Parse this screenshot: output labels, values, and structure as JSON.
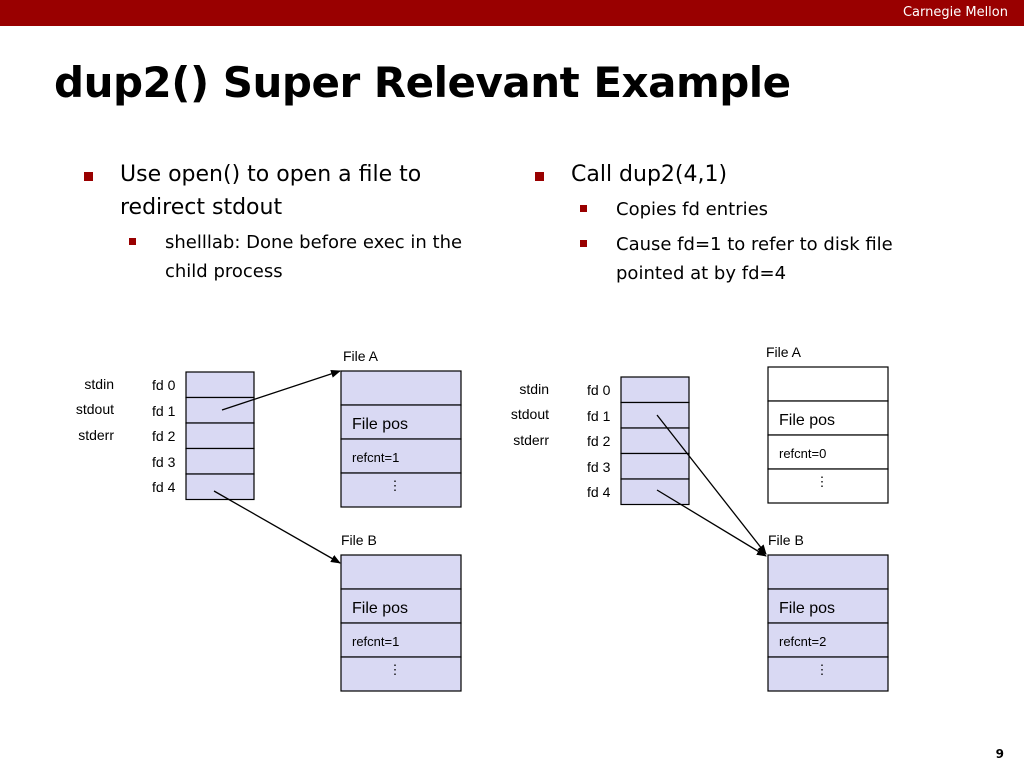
{
  "header": {
    "brand": "Carnegie Mellon"
  },
  "slide": {
    "title": "dup2() Super Relevant Example",
    "page_number": "9"
  },
  "left_column": {
    "bullet": "Use open() to open a file to redirect stdout",
    "sub_bullets": [
      "shelllab: Done before exec in the child process"
    ]
  },
  "right_column": {
    "bullet": "Call dup2(4,1)",
    "sub_bullets": [
      "Copies fd entries",
      "Cause fd=1 to refer to disk file pointed at by fd=4"
    ]
  },
  "left_diagram": {
    "std_labels": [
      "stdin",
      "stdout",
      "stderr"
    ],
    "fd_labels": [
      "fd 0",
      "fd 1",
      "fd 2",
      "fd 3",
      "fd 4"
    ],
    "file_a": {
      "name": "File A",
      "pos_label": "File pos",
      "refcnt": "refcnt=1",
      "more": "⋮"
    },
    "file_b": {
      "name": "File B",
      "pos_label": "File pos",
      "refcnt": "refcnt=1",
      "more": "⋮"
    }
  },
  "right_diagram": {
    "std_labels": [
      "stdin",
      "stdout",
      "stderr"
    ],
    "fd_labels": [
      "fd 0",
      "fd 1",
      "fd 2",
      "fd 3",
      "fd 4"
    ],
    "file_a": {
      "name": "File A",
      "pos_label": "File pos",
      "refcnt": "refcnt=0",
      "more": "⋮"
    },
    "file_b": {
      "name": "File B",
      "pos_label": "File pos",
      "refcnt": "refcnt=2",
      "more": "⋮"
    }
  },
  "colors": {
    "header": "#990000",
    "bullet": "#990000",
    "cell_fill": "#d9d9f3"
  }
}
